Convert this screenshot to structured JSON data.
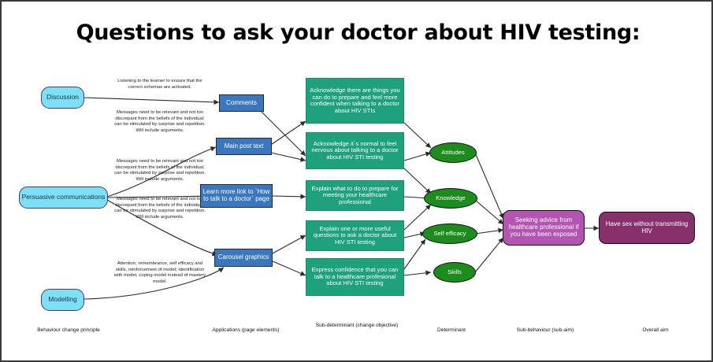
{
  "title": "Questions to ask your doctor about HIV testing:",
  "colors": {
    "principle_fill": "#7FE0F5",
    "principle_border": "#4A3A6B",
    "application_fill": "#3B77BE",
    "subdeterminant_fill": "#1FA17E",
    "determinant_fill": "#1E8B1E",
    "subbehaviour_fill": "#B354B3",
    "aim_fill": "#87306B",
    "arrow": "#2b2b2b",
    "background": "#FFFFFF"
  },
  "principles": [
    {
      "id": "discussion",
      "label": "Discussion"
    },
    {
      "id": "persuasive",
      "label": "Persuasive communications"
    },
    {
      "id": "modelling",
      "label": "Modelling"
    }
  ],
  "annotations": [
    {
      "id": "a1",
      "text": "Listening to the learner to ensure that the correct schemas are activated."
    },
    {
      "id": "a2",
      "text": "Messages need to be relevant and not too discrepant from the beliefs of the individual; can be stimulated by surprise and repetition. Will include arguments."
    },
    {
      "id": "a3",
      "text": "Messages need to be relevant and not too discrepant from the beliefs of the individual; can be stimulated by surprise and repetition. Will include arguments."
    },
    {
      "id": "a4",
      "text": "Messages need to be relevant and not too discrepant from the beliefs of the individual; can be stimulated by surprise and repetition. Will include arguments."
    },
    {
      "id": "a5",
      "text": "Attention, remembrance, self efficacy and skills, reinforcement of model; identification with model, coping model instead of mastery model."
    }
  ],
  "applications": [
    {
      "id": "comments",
      "label": "Comments"
    },
    {
      "id": "mainpost",
      "label": "Main post text"
    },
    {
      "id": "learnmore",
      "label": "Learn more link to `How to talk to a doctor` page"
    },
    {
      "id": "carousel",
      "label": "Carousel graphics"
    }
  ],
  "subdeterminants": [
    {
      "id": "sd1",
      "label": "Acknowledge there are things you can do to prepare and feel more confident when talking to a doctor about HIV STIs"
    },
    {
      "id": "sd2",
      "label": "Acknowledge it`s normal to feel nervous about talking to a doctor about HIV STI testing"
    },
    {
      "id": "sd3",
      "label": "Explain what to do to prepare for meeting your healthcare professional"
    },
    {
      "id": "sd4",
      "label": "Explain one or more useful questions to ask a doctor about HIV STI testing"
    },
    {
      "id": "sd5",
      "label": "Express confidence that you can talk to a healthcare profesional about HIV STI testing"
    }
  ],
  "determinants": [
    {
      "id": "attitudes",
      "label": "Attitudes"
    },
    {
      "id": "knowledge",
      "label": "Knowledge"
    },
    {
      "id": "selfefficacy",
      "label": "Self efficacy"
    },
    {
      "id": "skills",
      "label": "Skills"
    }
  ],
  "subbehaviour": {
    "id": "seeking",
    "label": "Seeking advice from healthcare professional if you have been exposed"
  },
  "overall_aim": {
    "id": "havesex",
    "label": "Have sex without transmitting HIV"
  },
  "column_labels": [
    {
      "id": "c1",
      "label": "Behaviour change principle"
    },
    {
      "id": "c2",
      "label": "Applications (page elements)"
    },
    {
      "id": "c3",
      "label": "Sub-determinant (change objective)"
    },
    {
      "id": "c4",
      "label": "Determinant"
    },
    {
      "id": "c5",
      "label": "Sub-behaviour (sub-aim)"
    },
    {
      "id": "c6",
      "label": "Overall aim"
    }
  ]
}
